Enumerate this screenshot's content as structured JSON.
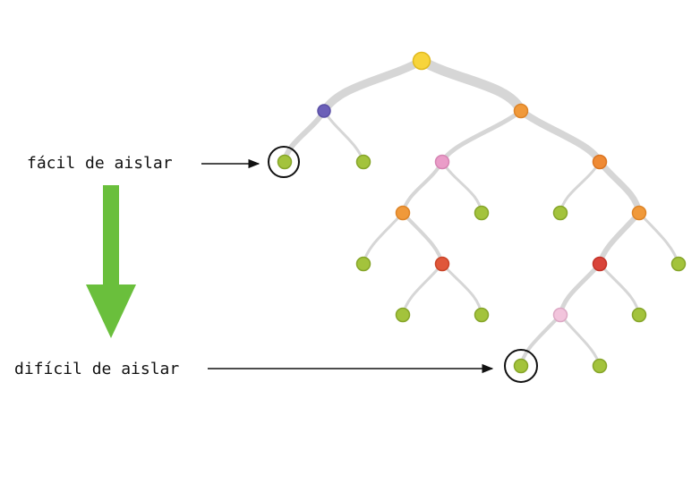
{
  "labels": {
    "easy": "fácil de aislar",
    "hard": "difícil de aislar"
  },
  "colors": {
    "edge": "#d4d4d4",
    "edge_thick": "#cfcfcf",
    "root": "#f7d43b",
    "leaf": "#9fc33a",
    "arrow_green": "#6abf3c",
    "circle": "#111111"
  },
  "tree": {
    "root": "yellow",
    "depth": 6,
    "highlighted_leaves": [
      "easy",
      "hard"
    ]
  }
}
